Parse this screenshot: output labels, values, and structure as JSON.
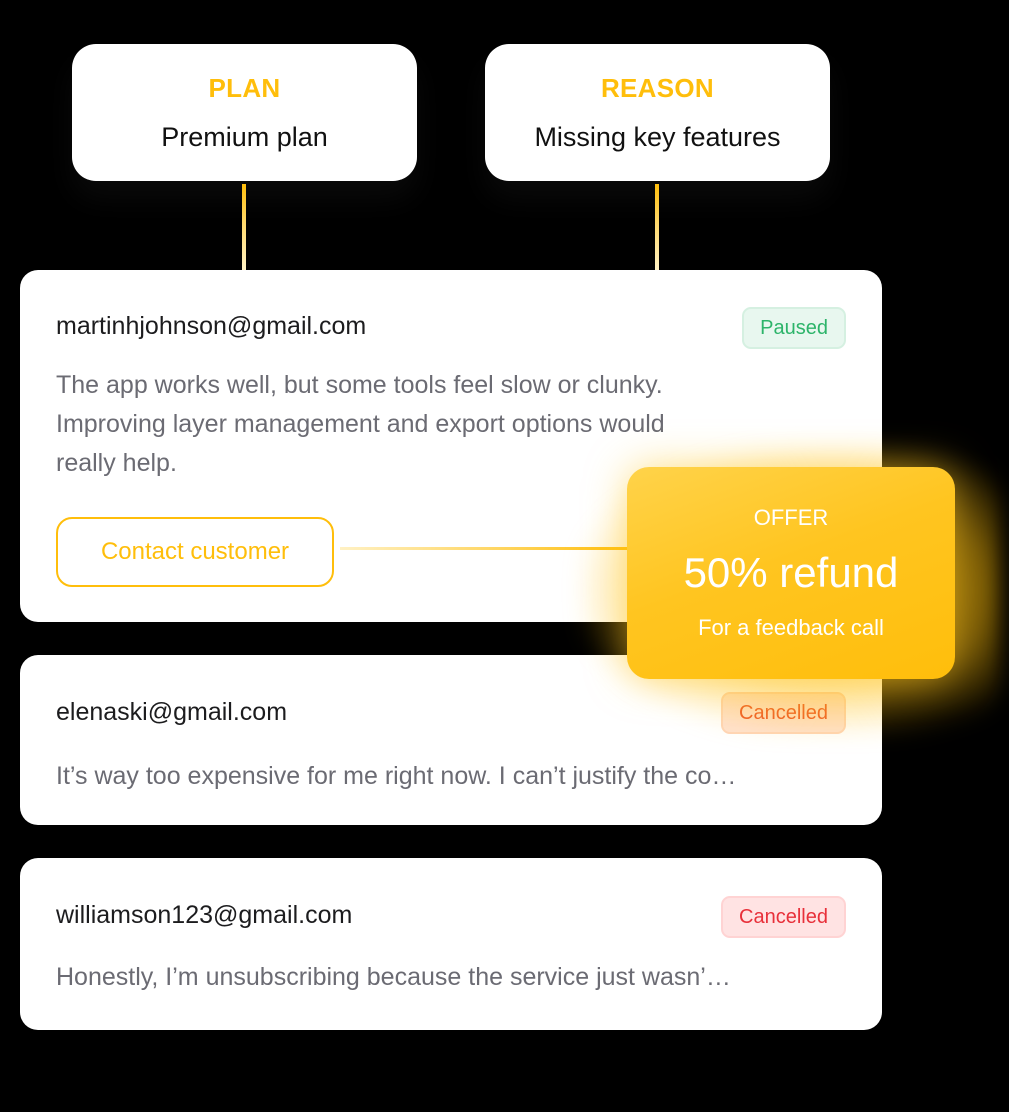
{
  "tags": {
    "plan": {
      "label": "PLAN",
      "value": "Premium plan"
    },
    "reason": {
      "label": "REASON",
      "value": "Missing key features"
    }
  },
  "customers": [
    {
      "email": "martinhjohnson@gmail.com",
      "status": "Paused",
      "message_lines": [
        "The app works well, but some tools feel slow or clunky.",
        "Improving layer management and export options would",
        "really help."
      ],
      "action_label": "Contact customer"
    },
    {
      "email": "elenaski@gmail.com",
      "status": "Cancelled",
      "message": "It’s way too expensive for me right now. I can’t justify the co…"
    },
    {
      "email": "williamson123@gmail.com",
      "status": "Cancelled",
      "message": "Honestly, I’m unsubscribing because the service just wasn’…"
    }
  ],
  "offer": {
    "label": "OFFER",
    "value": "50% refund",
    "subtitle": "For a feedback call"
  },
  "colors": {
    "accent": "#FFBE0B",
    "paused": "#2DB46A",
    "cancelled_orange": "#EE5A2C",
    "cancelled_red": "#E8303A"
  }
}
